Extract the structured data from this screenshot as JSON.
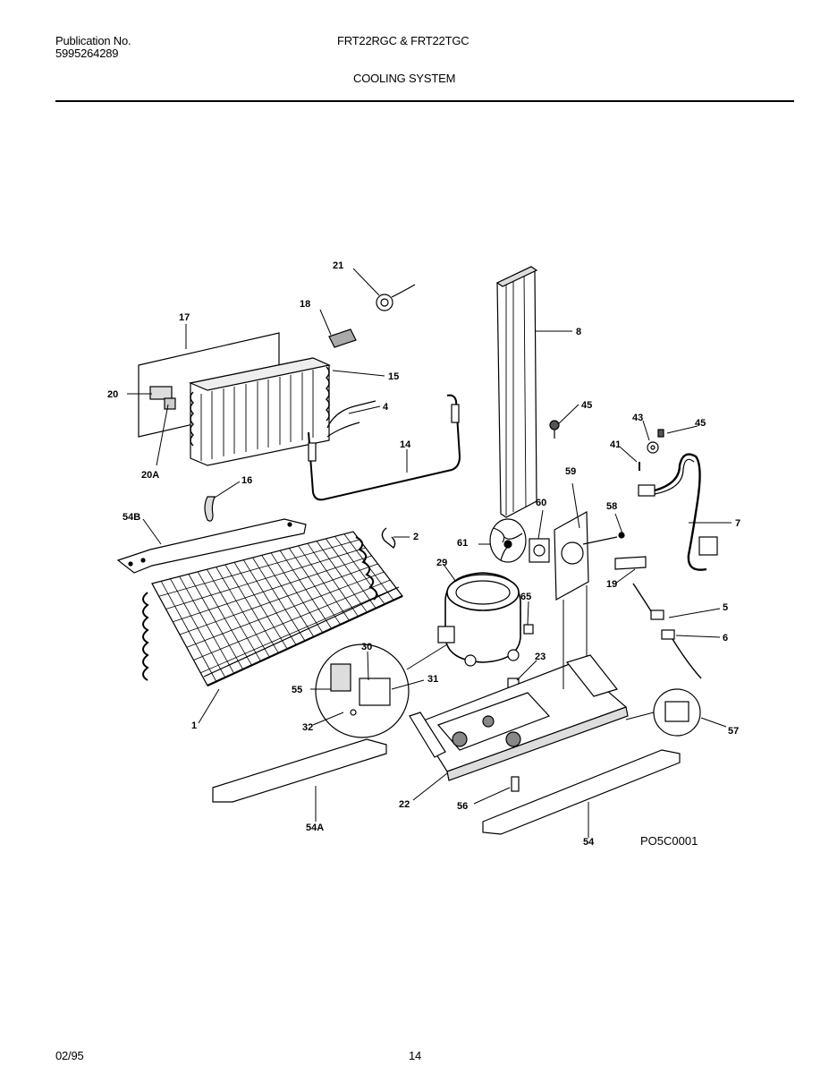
{
  "header": {
    "publication_label": "Publication No.",
    "publication_number": "5995264289",
    "models": "FRT22RGC & FRT22TGC",
    "section_title": "COOLING SYSTEM"
  },
  "diagram": {
    "drawing_code": "PO5C0001",
    "callouts": {
      "c1": "1",
      "c2": "2",
      "c4": "4",
      "c5": "5",
      "c6": "6",
      "c7": "7",
      "c8": "8",
      "c14": "14",
      "c15": "15",
      "c16": "16",
      "c17": "17",
      "c18": "18",
      "c19": "19",
      "c20": "20",
      "c20A": "20A",
      "c21": "21",
      "c22": "22",
      "c23": "23",
      "c29": "29",
      "c30": "30",
      "c31": "31",
      "c32": "32",
      "c41": "41",
      "c43": "43",
      "c45a": "45",
      "c45b": "45",
      "c54": "54",
      "c54A": "54A",
      "c54B": "54B",
      "c55": "55",
      "c56": "56",
      "c57": "57",
      "c58": "58",
      "c59": "59",
      "c60": "60",
      "c61": "61",
      "c65": "65"
    }
  },
  "footer": {
    "date": "02/95",
    "page": "14"
  }
}
